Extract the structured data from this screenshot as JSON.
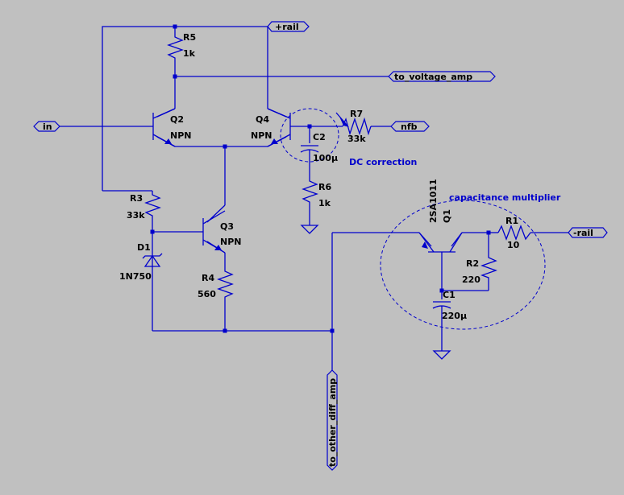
{
  "nets": {
    "pos_rail": "+rail",
    "neg_rail": "-rail",
    "to_voltage_amp": "to_voltage_amp",
    "input": "in",
    "nfb": "nfb",
    "to_other_diff_amp": "to_other_diff_amp"
  },
  "components": {
    "R5": {
      "ref": "R5",
      "value": "1k"
    },
    "R7": {
      "ref": "R7",
      "value": "33k"
    },
    "R3": {
      "ref": "R3",
      "value": "33k"
    },
    "R4": {
      "ref": "R4",
      "value": "560"
    },
    "R6": {
      "ref": "R6",
      "value": "1k"
    },
    "R2": {
      "ref": "R2",
      "value": "220"
    },
    "R1": {
      "ref": "R1",
      "value": "10"
    },
    "C2": {
      "ref": "C2",
      "value": "100µ"
    },
    "C1": {
      "ref": "C1",
      "value": "220µ"
    },
    "D1": {
      "ref": "D1",
      "value": "1N750"
    },
    "Q2": {
      "ref": "Q2",
      "value": "NPN"
    },
    "Q4": {
      "ref": "Q4",
      "value": "NPN"
    },
    "Q3": {
      "ref": "Q3",
      "value": "NPN"
    },
    "Q1": {
      "ref": "Q1",
      "value": "2SA1011"
    }
  },
  "annotations": {
    "dc_correction": "DC correction",
    "cap_multiplier": "capacitance multiplier"
  },
  "colors": {
    "background": "#c0c0c0",
    "wire": "#0000cc",
    "label": "#000000",
    "annotation": "#0000cc"
  }
}
